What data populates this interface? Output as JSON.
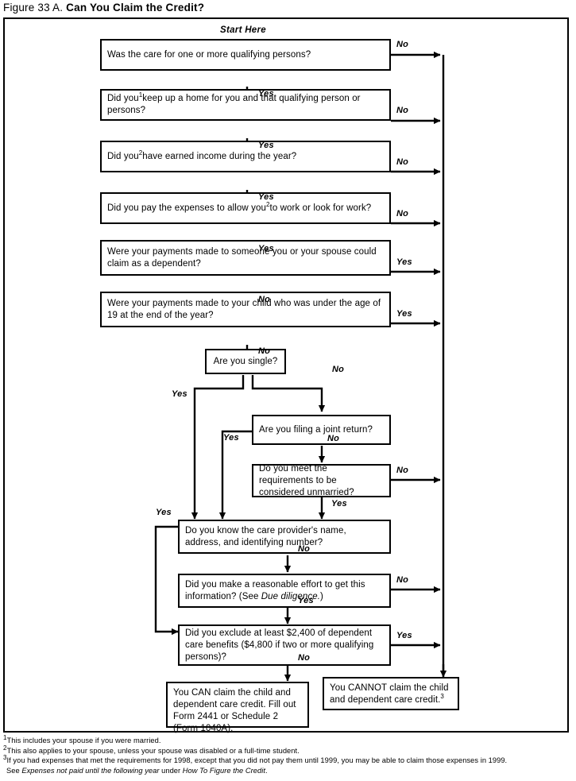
{
  "title": {
    "number": "Figure 33 A.",
    "name": "Can You Claim the Credit?"
  },
  "start_label": "Start Here",
  "nodes": {
    "q1": "Was the care for one or more qualifying persons?",
    "q2_a": "Did you",
    "q2_sup": "1",
    "q2_b": "keep up a home for you and that qualifying person or persons?",
    "q3_a": "Did you",
    "q3_sup": "2",
    "q3_b": "have earned income during the year?",
    "q4_a": "Did you pay the expenses to allow you",
    "q4_sup": "2",
    "q4_b": "to work or look for work?",
    "q5": "Were your payments made to someone you or your spouse could claim as a dependent?",
    "q6": "Were your payments made to your child who was under the age of 19 at the end of the year?",
    "q7": "Are you single?",
    "q8": "Are you filing a joint return?",
    "q9": "Do you meet the requirements to be considered unmarried?",
    "q10": "Do you know the care provider's name, address, and identifying number?",
    "q11_a": "Did you make a reasonable effort to get this information? (See ",
    "q11_ital": "Due diligence.",
    "q11_b": ")",
    "q12": "Did you exclude at least $2,400 of dependent care benefits ($4,800 if two or more qualifying persons)?",
    "result_can": "You CAN claim the child and dependent care credit. Fill out Form 2441 or Schedule 2 (Form 1040A).",
    "result_cannot_a": "You CANNOT claim the child and dependent care credit.",
    "result_cannot_sup": "3"
  },
  "edge_labels": {
    "q1_no": "No",
    "q1_yes": "Yes",
    "q2_no": "No",
    "q2_yes": "Yes",
    "q3_no": "No",
    "q3_yes": "Yes",
    "q4_no": "No",
    "q4_yes": "Yes",
    "q5_yes": "Yes",
    "q5_no": "No",
    "q6_yes": "Yes",
    "q6_no": "No",
    "q7_yes": "Yes",
    "q7_no": "No",
    "q8_yes": "Yes",
    "q8_no": "No",
    "q9_no": "No",
    "q9_yes": "Yes",
    "q10_yes": "Yes",
    "q10_no": "No",
    "q11_no": "No",
    "q11_yes": "Yes",
    "q12_yes": "Yes",
    "q12_no": "No"
  },
  "footnotes": {
    "f1_sup": "1",
    "f1": "This includes your spouse if you were married.",
    "f2_sup": "2",
    "f2": "This also applies to your spouse, unless your spouse was disabled or a full-time student.",
    "f3_sup": "3",
    "f3": "If you had expenses that met the requirements for 1998, except that you did not pay them until 1999, you may be able to claim those expenses in 1999.",
    "f3_cont_pre": "See ",
    "f3_cont_ital1": "Expenses not paid until the following year",
    "f3_cont_mid": " under ",
    "f3_cont_ital2": "How To Figure the Credit",
    "f3_cont_post": "."
  }
}
